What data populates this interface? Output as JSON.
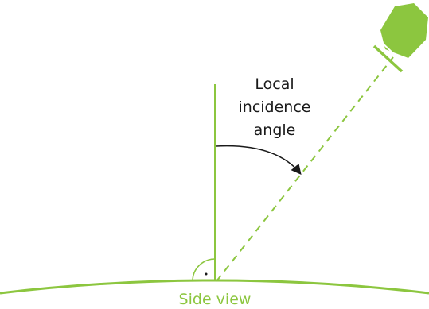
{
  "diagram": {
    "angle_label_lines": [
      "Local",
      "incidence",
      "angle"
    ],
    "view_label": "Side view",
    "colors": {
      "green": "#8cc63f",
      "satellite": "#8cc63f",
      "text": "#1a1a1a",
      "arrow": "#1a1a1a"
    },
    "icons": {
      "satellite": "hexagon-satellite-icon",
      "right_angle": "right-angle-marker-icon"
    }
  }
}
